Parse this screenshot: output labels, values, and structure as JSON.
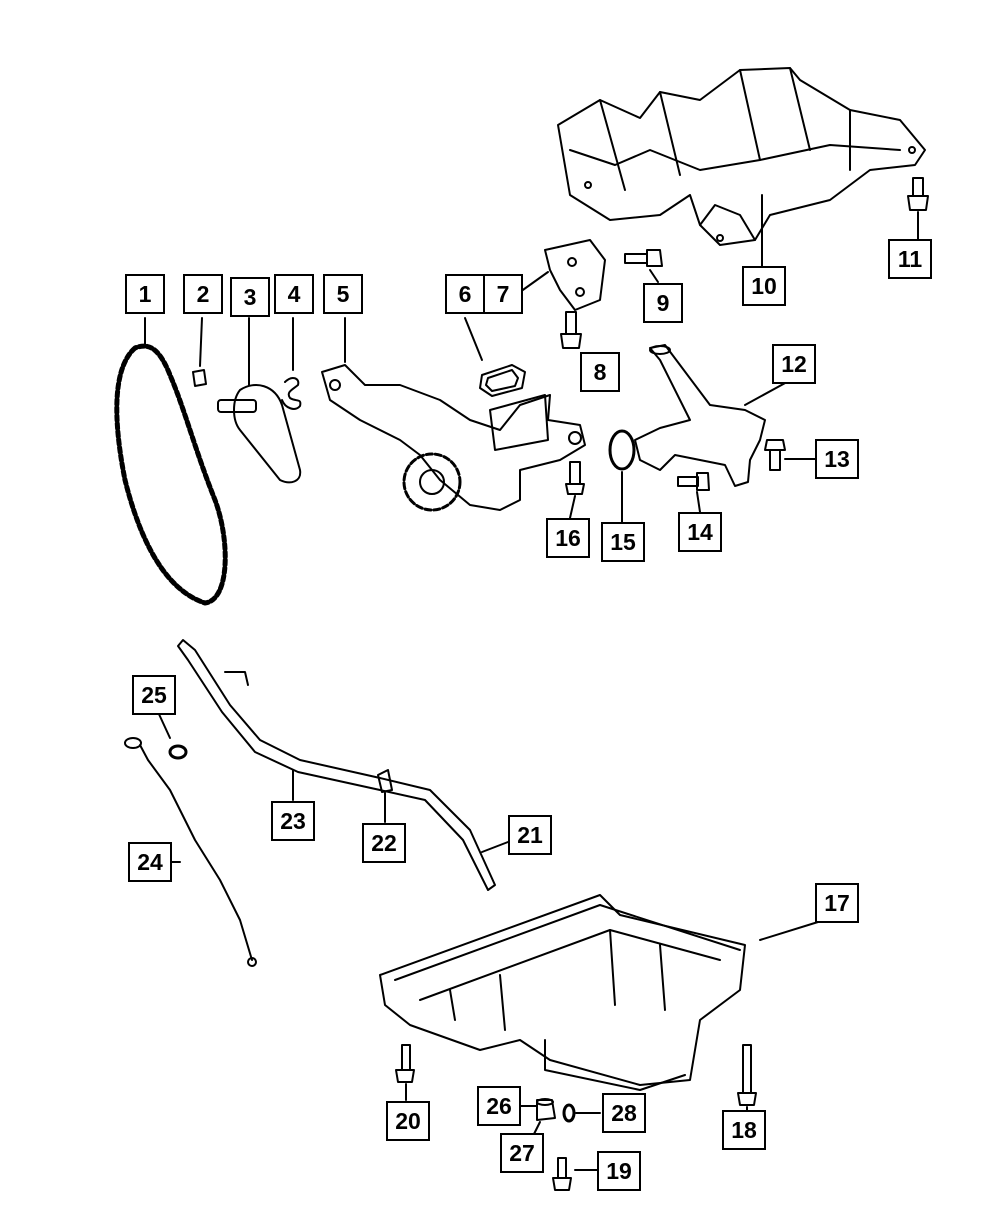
{
  "diagram": {
    "line_color": "#000000",
    "background": "#ffffff",
    "callouts": [
      {
        "id": "c1",
        "label": "1"
      },
      {
        "id": "c2",
        "label": "2"
      },
      {
        "id": "c3",
        "label": "3"
      },
      {
        "id": "c4",
        "label": "4"
      },
      {
        "id": "c5",
        "label": "5"
      },
      {
        "id": "c6",
        "label": "6"
      },
      {
        "id": "c7",
        "label": "7"
      },
      {
        "id": "c8",
        "label": "8"
      },
      {
        "id": "c9",
        "label": "9"
      },
      {
        "id": "c10",
        "label": "10"
      },
      {
        "id": "c11",
        "label": "11"
      },
      {
        "id": "c12",
        "label": "12"
      },
      {
        "id": "c13",
        "label": "13"
      },
      {
        "id": "c14",
        "label": "14"
      },
      {
        "id": "c15",
        "label": "15"
      },
      {
        "id": "c16",
        "label": "16"
      },
      {
        "id": "c17",
        "label": "17"
      },
      {
        "id": "c18",
        "label": "18"
      },
      {
        "id": "c19",
        "label": "19"
      },
      {
        "id": "c20",
        "label": "20"
      },
      {
        "id": "c21",
        "label": "21"
      },
      {
        "id": "c22",
        "label": "22"
      },
      {
        "id": "c23",
        "label": "23"
      },
      {
        "id": "c24",
        "label": "24"
      },
      {
        "id": "c25",
        "label": "25"
      },
      {
        "id": "c26",
        "label": "26"
      },
      {
        "id": "c27",
        "label": "27"
      },
      {
        "id": "c28",
        "label": "28"
      }
    ]
  }
}
